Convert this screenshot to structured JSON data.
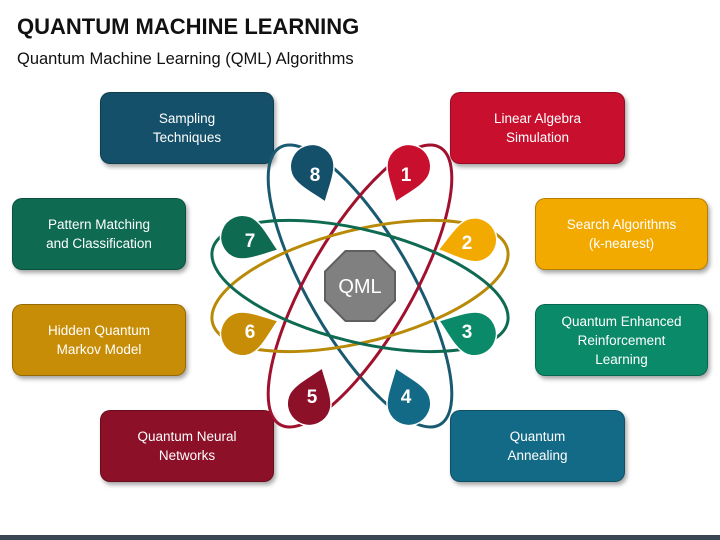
{
  "header": {
    "title": "QUANTUM MACHINE LEARNING",
    "subtitle": "Quantum Machine Learning (QML) Algorithms"
  },
  "center": {
    "label": "QML",
    "color": "#808080"
  },
  "items": [
    {
      "number": "1",
      "label": "Linear Algebra\nSimulation",
      "color": "#c8102e"
    },
    {
      "number": "2",
      "label": "Search Algorithms\n(k-nearest)",
      "color": "#f2a900"
    },
    {
      "number": "3",
      "label": "Quantum Enhanced\nReinforcement\nLearning",
      "color": "#0a8a68"
    },
    {
      "number": "4",
      "label": "Quantum\nAnnealing",
      "color": "#136a86"
    },
    {
      "number": "5",
      "label": "Quantum Neural\nNetworks",
      "color": "#8b1028"
    },
    {
      "number": "6",
      "label": "Hidden Quantum\nMarkov Model",
      "color": "#c88d06"
    },
    {
      "number": "7",
      "label": "Pattern Matching\nand Classification",
      "color": "#0e6b52"
    },
    {
      "number": "8",
      "label": "Sampling\nTechniques",
      "color": "#14506a"
    }
  ],
  "orbit_colors": {
    "orbit_a": "#1a5a70",
    "orbit_b": "#a0112e",
    "orbit_c": "#b88a08",
    "orbit_d": "#0e6b52"
  },
  "footer_bar_color": "#3a4654"
}
